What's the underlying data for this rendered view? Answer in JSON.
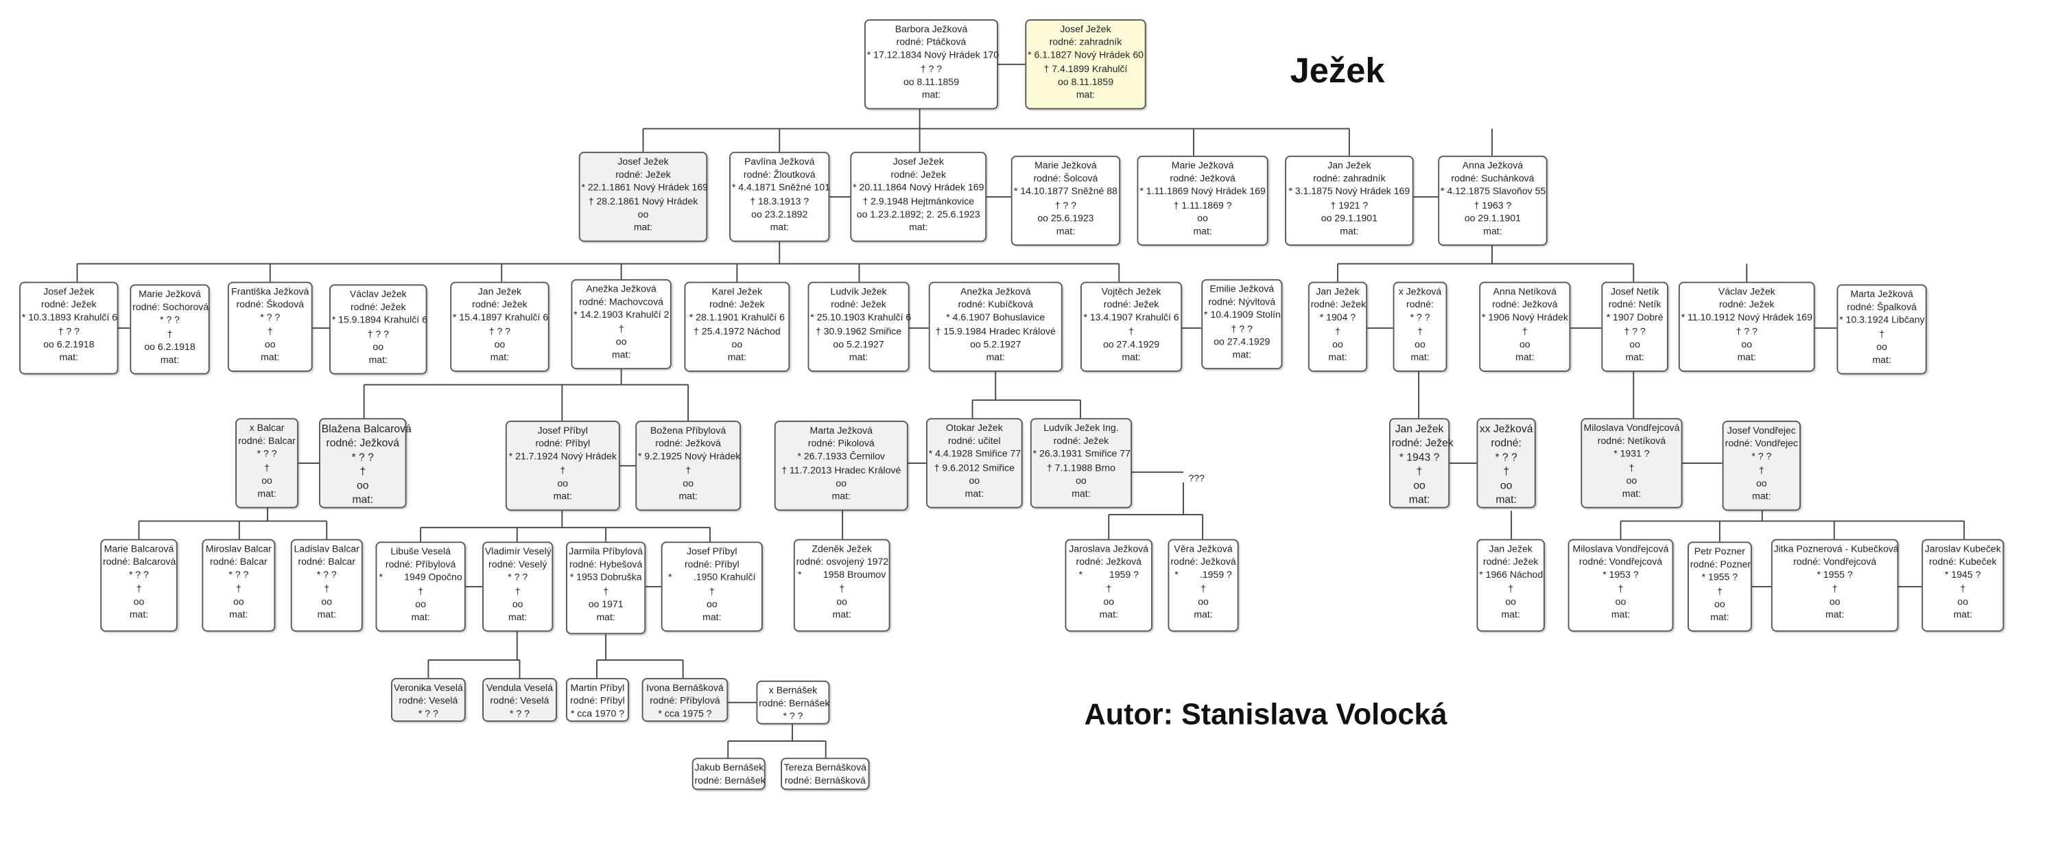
{
  "title": "Ježek",
  "author": "Autor: Stanislava Volocká",
  "unknown_mark": "???",
  "people": [
    {
      "lines": [
        "Barbora Ježková",
        "rodné: Ptáčková",
        "* 17.12.1834 Nový Hrádek 170",
        "† ? ?",
        "oo 8.11.1859",
        "mat:"
      ]
    },
    {
      "lines": [
        "Josef Ježek",
        "rodné: zahradník",
        "* 6.1.1827 Nový Hrádek 60",
        "† 7.4.1899 Krahulčí",
        "oo 8.11.1859",
        "mat:"
      ]
    },
    {
      "lines": [
        "Josef Ježek",
        "rodné: Ježek",
        "* 22.1.1861 Nový Hrádek 169",
        "† 28.2.1861 Nový Hrádek",
        "oo",
        "mat:"
      ]
    },
    {
      "lines": [
        "Pavlína Ježková",
        "rodné: Žloutková",
        "* 4.4.1871 Sněžné 101",
        "† 18.3.1913 ?",
        "oo 23.2.1892",
        "mat:"
      ]
    },
    {
      "lines": [
        "Josef Ježek",
        "rodné: Ježek",
        "* 20.11.1864 Nový Hrádek 169",
        "† 2.9.1948 Hejtmánkovice",
        "oo 1.23.2.1892; 2. 25.6.1923",
        "mat:"
      ]
    },
    {
      "lines": [
        "Marie Ježková",
        "rodné: Šolcová",
        "* 14.10.1877 Sněžné 88",
        "† ? ?",
        "oo 25.6.1923",
        "mat:"
      ]
    },
    {
      "lines": [
        "Marie Ježková",
        "rodné: Ježková",
        "* 1.11.1869 Nový Hrádek 169",
        "† 1.11.1869 ?",
        "oo",
        "mat:"
      ]
    },
    {
      "lines": [
        "Jan Ježek",
        "rodné: zahradník",
        "* 3.1.1875 Nový Hrádek 169",
        "† 1921 ?",
        "oo 29.1.1901",
        "mat:"
      ]
    },
    {
      "lines": [
        "Anna Ježková",
        "rodné: Suchánková",
        "* 4.12.1875 Slavoňov 55",
        "† 1963 ?",
        "oo 29.1.1901",
        "mat:"
      ]
    },
    {
      "lines": [
        "Josef Ježek",
        "rodné: Ježek",
        "* 10.3.1893 Krahulčí 6",
        "† ? ?",
        "oo 6.2.1918",
        "mat:"
      ]
    },
    {
      "lines": [
        "Marie Ježková",
        "rodné: Sochorová",
        "* ? ?",
        "†",
        "oo 6.2.1918",
        "mat:"
      ]
    },
    {
      "lines": [
        "Františka Ježková",
        "rodné: Škodová",
        "* ? ?",
        "†",
        "oo",
        "mat:"
      ]
    },
    {
      "lines": [
        "Václav Ježek",
        "rodné: Ježek",
        "* 15.9.1894 Krahulčí 6",
        "† ? ?",
        "oo",
        "mat:"
      ]
    },
    {
      "lines": [
        "Jan Ježek",
        "rodné: Ježek",
        "* 15.4.1897 Krahulčí 6",
        "† ? ?",
        "oo",
        "mat:"
      ]
    },
    {
      "lines": [
        "Anežka Ježková",
        "rodné: Machovcová",
        "* 14.2.1903 Krahulčí 2",
        "†",
        "oo",
        "mat:"
      ]
    },
    {
      "lines": [
        "Karel Ježek",
        "rodné: Ježek",
        "* 28.1.1901 Krahulčí 6",
        "† 25.4.1972 Náchod",
        "oo",
        "mat:"
      ]
    },
    {
      "lines": [
        "Ludvík Ježek",
        "rodné: Ježek",
        "* 25.10.1903 Krahulčí 6",
        "† 30.9.1962 Smiřice",
        "oo 5.2.1927",
        "mat:"
      ]
    },
    {
      "lines": [
        "Anežka Ježková",
        "rodné: Kubíčková",
        "* 4.6.1907 Bohuslavice",
        "† 15.9.1984 Hradec Králové",
        "oo 5.2.1927",
        "mat:"
      ]
    },
    {
      "lines": [
        "Vojtěch Ježek",
        "rodné: Ježek",
        "* 13.4.1907 Krahulčí 6",
        "†",
        "oo 27.4.1929",
        "mat:"
      ]
    },
    {
      "lines": [
        "Emilie Ježková",
        "rodné: Nývltová",
        "* 10.4.1909 Stolín",
        "† ? ?",
        "oo 27.4.1929",
        "mat:"
      ]
    },
    {
      "lines": [
        "Jan Ježek",
        "rodné: Ježek",
        "* 1904 ?",
        "†",
        "oo",
        "mat:"
      ]
    },
    {
      "lines": [
        "x Ježková",
        "rodné:",
        "* ? ?",
        "†",
        "oo",
        "mat:"
      ]
    },
    {
      "lines": [
        "Anna Netíková",
        "rodné: Ježková",
        "* 1906 Nový Hrádek",
        "†",
        "oo",
        "mat:"
      ]
    },
    {
      "lines": [
        "Josef Netík",
        "rodné: Netík",
        "* 1907 Dobré",
        "† ? ?",
        "oo",
        "mat:"
      ]
    },
    {
      "lines": [
        "Václav Ježek",
        "rodné: Ježek",
        "* 11.10.1912 Nový Hrádek 169",
        "† ? ?",
        "oo",
        "mat:"
      ]
    },
    {
      "lines": [
        "Marta Ježková",
        "rodné: Špalková",
        "* 10.3.1924 Libčany",
        "†",
        "oo",
        "mat:"
      ]
    },
    {
      "lines": [
        "x Balcar",
        "rodné: Balcar",
        "* ? ?",
        "†",
        "oo",
        "mat:"
      ]
    },
    {
      "lines": [
        "Blažena Balcarová",
        "rodné: Ježková",
        "* ? ?",
        "†",
        "oo",
        "mat:"
      ]
    },
    {
      "lines": [
        "Josef Příbyl",
        "rodné: Příbyl",
        "* 21.7.1924 Nový Hrádek",
        "†",
        "oo",
        "mat:"
      ]
    },
    {
      "lines": [
        "Božena Příbylová",
        "rodné: Ježková",
        "* 9.2.1925 Nový Hrádek",
        "†",
        "oo",
        "mat:"
      ]
    },
    {
      "lines": [
        "Marta Ježková",
        "rodné: Pikolová",
        "* 26.7.1933 Černilov",
        "† 11.7.2013 Hradec Králové",
        "oo",
        "mat:"
      ]
    },
    {
      "lines": [
        "Otokar Ježek",
        "rodné: učitel",
        "* 4.4.1928 Smiřice 77",
        "† 9.6.2012 Smiřice",
        "oo",
        "mat:"
      ]
    },
    {
      "lines": [
        "Ludvík Ježek Ing.",
        "rodné: Ježek",
        "* 26.3.1931 Smiřice 77",
        "† 7.1.1988 Brno",
        "oo",
        "mat:"
      ]
    },
    {
      "lines": [
        "Jan Ježek",
        "rodné: Ježek",
        "* 1943 ?",
        "†",
        "oo",
        "mat:"
      ]
    },
    {
      "lines": [
        "xx Ježková",
        "rodné:",
        "* ? ?",
        "†",
        "oo",
        "mat:"
      ]
    },
    {
      "lines": [
        "Miloslava Vondřejcová",
        "rodné: Netíková",
        "* 1931 ?",
        "†",
        "oo",
        "mat:"
      ]
    },
    {
      "lines": [
        "Josef Vondřejec",
        "rodné: Vondřejec",
        "* ? ?",
        "†",
        "oo",
        "mat:"
      ]
    },
    {
      "lines": [
        "Marie Balcarová",
        "rodné: Balcarová",
        "* ? ?",
        "†",
        "oo",
        "mat:"
      ]
    },
    {
      "lines": [
        "Miroslav Balcar",
        "rodné: Balcar",
        "* ? ?",
        "†",
        "oo",
        "mat:"
      ]
    },
    {
      "lines": [
        "Ladislav Balcar",
        "rodné: Balcar",
        "* ? ?",
        "†",
        "oo",
        "mat:"
      ]
    },
    {
      "lines": [
        "Libuše Veselá",
        "rodné: Příbylová",
        "*        1949 Opočno",
        "†",
        "oo",
        "mat:"
      ]
    },
    {
      "lines": [
        "Vladimír Veselý",
        "rodné: Veselý",
        "* ? ?",
        "†",
        "oo",
        "mat:"
      ]
    },
    {
      "lines": [
        "Jarmila Příbylová",
        "rodné: Hybešová",
        "* 1953 Dobruška",
        "†",
        "oo 1971",
        "mat:"
      ]
    },
    {
      "lines": [
        "Josef Příbyl",
        "rodné: Příbyl",
        "*        .1950 Krahulčí",
        "†",
        "oo",
        "mat:"
      ]
    },
    {
      "lines": [
        "Zdeněk Ježek",
        "rodné: osvojený 1972",
        "*        1958 Broumov",
        "†",
        "oo",
        "mat:"
      ]
    },
    {
      "lines": [
        "Jaroslava Ježková",
        "rodné: Ježková",
        "*          1959 ?",
        "†",
        "oo",
        "mat:"
      ]
    },
    {
      "lines": [
        "Věra Ježková",
        "rodné: Ježková",
        "*        .1959 ?",
        "†",
        "oo",
        "mat:"
      ]
    },
    {
      "lines": [
        "Jan Ježek",
        "rodné: Ježek",
        "* 1966 Náchod",
        "†",
        "oo",
        "mat:"
      ]
    },
    {
      "lines": [
        "Miloslava Vondřejcová",
        "rodné: Vondřejcová",
        "* 1953 ?",
        "†",
        "oo",
        "mat:"
      ]
    },
    {
      "lines": [
        "Petr Pozner",
        "rodné: Pozner",
        "* 1955 ?",
        "†",
        "oo",
        "mat:"
      ]
    },
    {
      "lines": [
        "Jitka Poznerová - Kubečková",
        "rodné: Vondřejcová",
        "* 1955 ?",
        "†",
        "oo",
        "mat:"
      ]
    },
    {
      "lines": [
        "Jaroslav Kubeček",
        "rodné: Kubeček",
        "* 1945 ?",
        "†",
        "oo",
        "mat:"
      ]
    },
    {
      "lines": [
        "Veronika Veselá",
        "rodné: Veselá",
        "* ? ?"
      ]
    },
    {
      "lines": [
        "Vendula Veselá",
        "rodné: Veselá",
        "* ? ?"
      ]
    },
    {
      "lines": [
        "Martin Příbyl",
        "rodné: Příbyl",
        "* cca 1970 ?"
      ]
    },
    {
      "lines": [
        "Ivona Bernášková",
        "rodné: Příbylová",
        "* cca 1975 ?"
      ]
    },
    {
      "lines": [
        "x Bernášek",
        "rodné: Bernášek",
        "* ? ?"
      ]
    },
    {
      "lines": [
        "Jakub Bernášek",
        "rodné: Bernášek"
      ]
    },
    {
      "lines": [
        "Tereza Bernášková",
        "rodné: Bernášková"
      ]
    }
  ]
}
